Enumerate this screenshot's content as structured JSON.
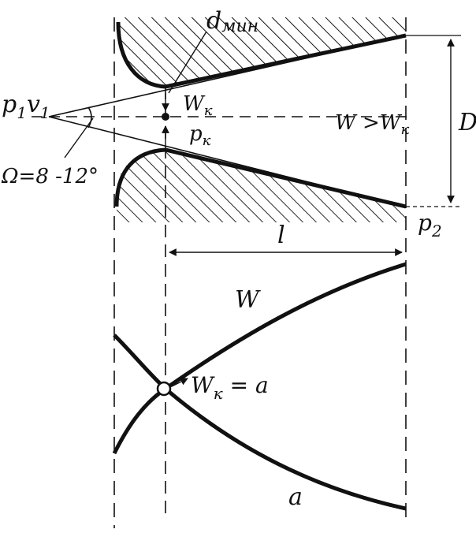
{
  "labels": {
    "d_min": "d",
    "d_min_sub": "мин",
    "p1": "p",
    "p1_sub": "1",
    "v1": "v",
    "v1_sub": "1",
    "wk": "W",
    "wk_sub": "к",
    "pk": "p",
    "pk_sub": "к",
    "w_gt_wk": "W >W",
    "w_gt_wk_sub": "к",
    "D": "D",
    "omega": "Ω=8 -12°",
    "p2": "p",
    "p2_sub": "2",
    "l": "l",
    "W": "W",
    "wk_eq_a": "W",
    "wk_eq_a_sub": "к",
    "wk_eq_a_rest": " = a",
    "a": "a"
  },
  "colors": {
    "ink": "#111111",
    "background": "#ffffff"
  }
}
